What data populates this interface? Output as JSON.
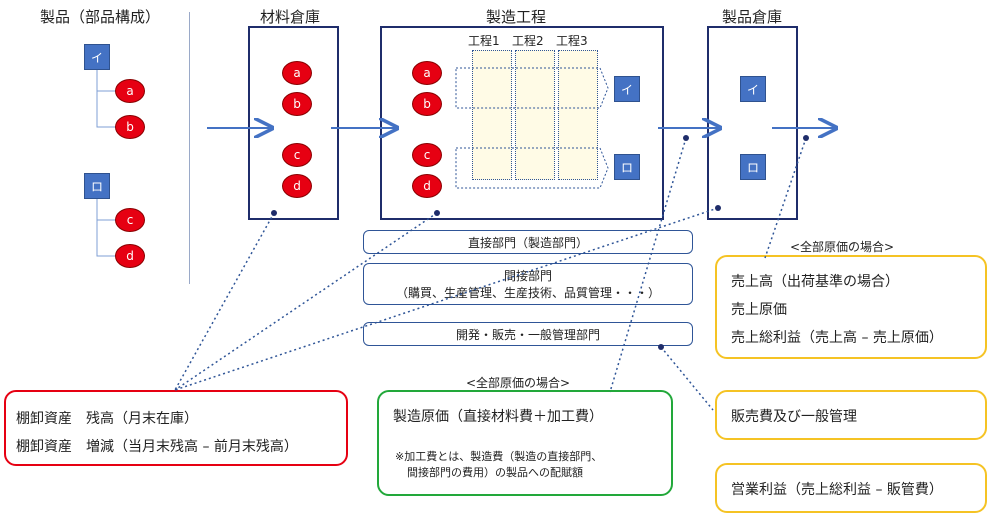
{
  "titles": {
    "products": "製品（部品構成）",
    "material_warehouse": "材料倉庫",
    "manufacturing": "製造工程",
    "product_warehouse": "製品倉庫"
  },
  "products": {
    "i": {
      "label": "イ",
      "parts": [
        "a",
        "b"
      ]
    },
    "ro": {
      "label": "ロ",
      "parts": [
        "c",
        "d"
      ]
    }
  },
  "material_parts": [
    "a",
    "b",
    "c",
    "d"
  ],
  "process_parts": [
    "a",
    "b",
    "c",
    "d"
  ],
  "processes": [
    "工程1",
    "工程2",
    "工程3"
  ],
  "output_products": [
    "イ",
    "ロ"
  ],
  "warehouse_products": [
    "イ",
    "ロ"
  ],
  "departments": {
    "direct": "直接部門（製造部門）",
    "indirect_title": "間接部門",
    "indirect_detail": "（購買、生産管理、生産技術、品質管理・・・）",
    "general": "開発・販売・一般管理部門"
  },
  "full_cost_label_1": "<全部原価の場合>",
  "full_cost_label_2": "<全部原価の場合>",
  "inventory_box": {
    "line1": "棚卸資産　残高（月末在庫）",
    "line2": "棚卸資産　増減（当月末残高 – 前月末残高）"
  },
  "cost_box": {
    "line1": "製造原価（直接材料費＋加工費）",
    "note1": "※加工費とは、製造費（製造の直接部門、",
    "note2": "間接部門の費用）の製品への配賦額"
  },
  "sales_box": {
    "line1": "売上高（出荷基準の場合）",
    "line2": "売上原価",
    "line3": "売上総利益（売上高 – 売上原価）"
  },
  "sga_box": {
    "line1": "販売費及び一般管理"
  },
  "op_box": {
    "line1": "営業利益（売上総利益 – 販管費）"
  },
  "colors": {
    "navy": "#1f2d6b",
    "blue": "#4472c4",
    "red": "#e60012",
    "green": "#22a83a",
    "gold": "#f5c324"
  }
}
